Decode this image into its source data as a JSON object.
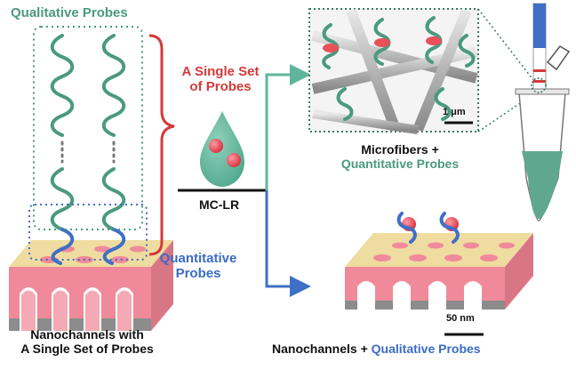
{
  "labels": {
    "qualitative_probes_top": "Qualitative Probes",
    "single_set_line1": "A Single Set",
    "single_set_line2": "of Probes",
    "quantitative_left_line1": "Quantitative",
    "quantitative_left_line2": "Probes",
    "nanochannels_with_line1": "Nanochannels with",
    "nanochannels_with_line2": "A Single Set of Probes",
    "analyte": "MC-LR",
    "microfibers_line1": "Microfibers +",
    "microfibers_line2": "Quantitative Probes",
    "nanochannels_plus": "Nanochannels + ",
    "nanochannels_qual": "Qualitative Probes",
    "scale_um": "1 μm",
    "scale_nm": "50 nm"
  },
  "colors": {
    "probe_green": "#4a9a80",
    "probe_blue": "#3f6fc6",
    "membrane_top": "#efdca0",
    "membrane_pink": "#f08a9a",
    "membrane_gray": "#8c8c8c",
    "droplet": "#5fb59b",
    "toxin": "#e84a55",
    "arrow_green": "#5fb59b",
    "arrow_blue": "#3f6fc6",
    "bracket_red": "#d43a3a",
    "fiber_gray": "#b8b8b8",
    "tube_liquid": "#5fa88f"
  }
}
